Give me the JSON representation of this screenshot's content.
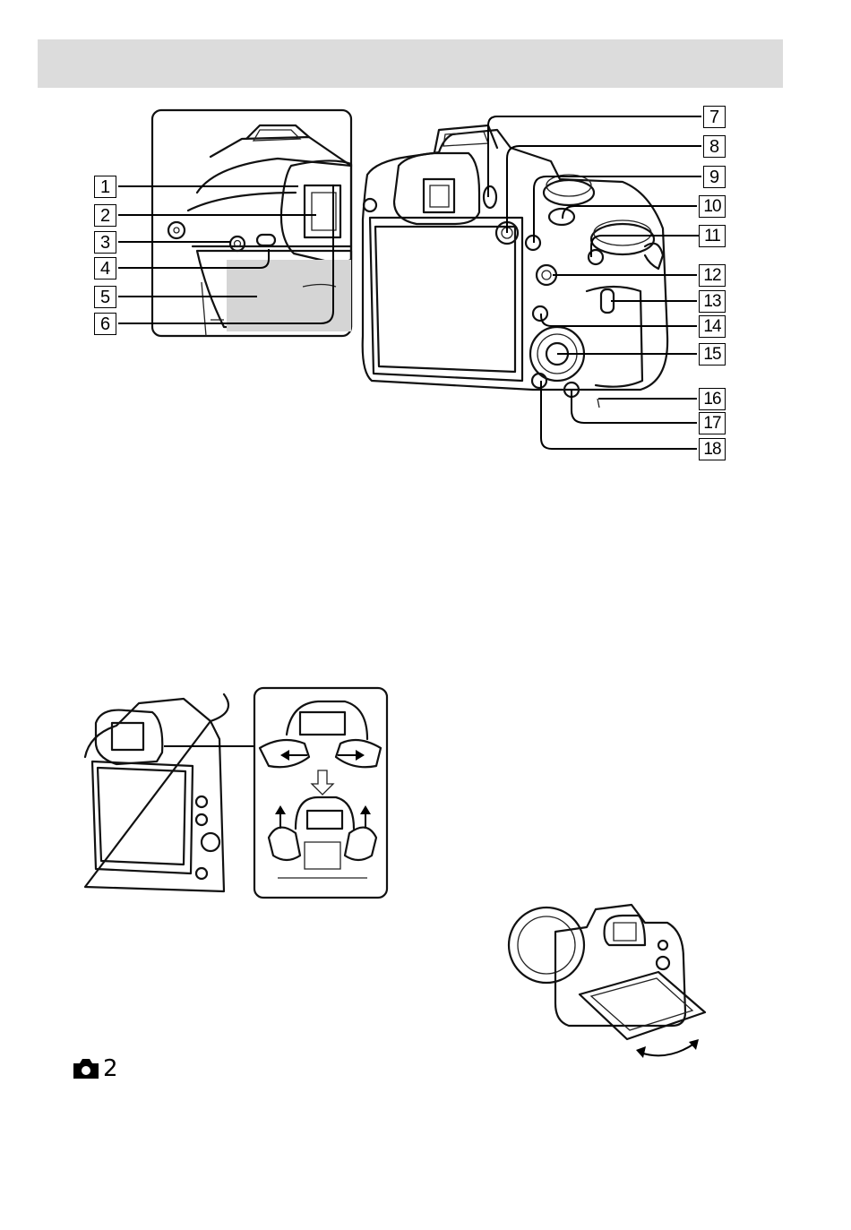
{
  "header": {
    "text": ""
  },
  "rear_view_labels": [
    "1",
    "2",
    "3",
    "4",
    "5",
    "6",
    "7",
    "8",
    "9",
    "10",
    "11",
    "12",
    "13",
    "14",
    "15",
    "16",
    "17",
    "18"
  ],
  "eyecup_figure": {
    "arrows": [
      "slide-arrows",
      "down-arrow",
      "up-arrows"
    ]
  },
  "monitor_figure": {
    "arrow": "tilt-arrow"
  },
  "mode_tag": {
    "icon": "camera-icon",
    "number": "2"
  }
}
